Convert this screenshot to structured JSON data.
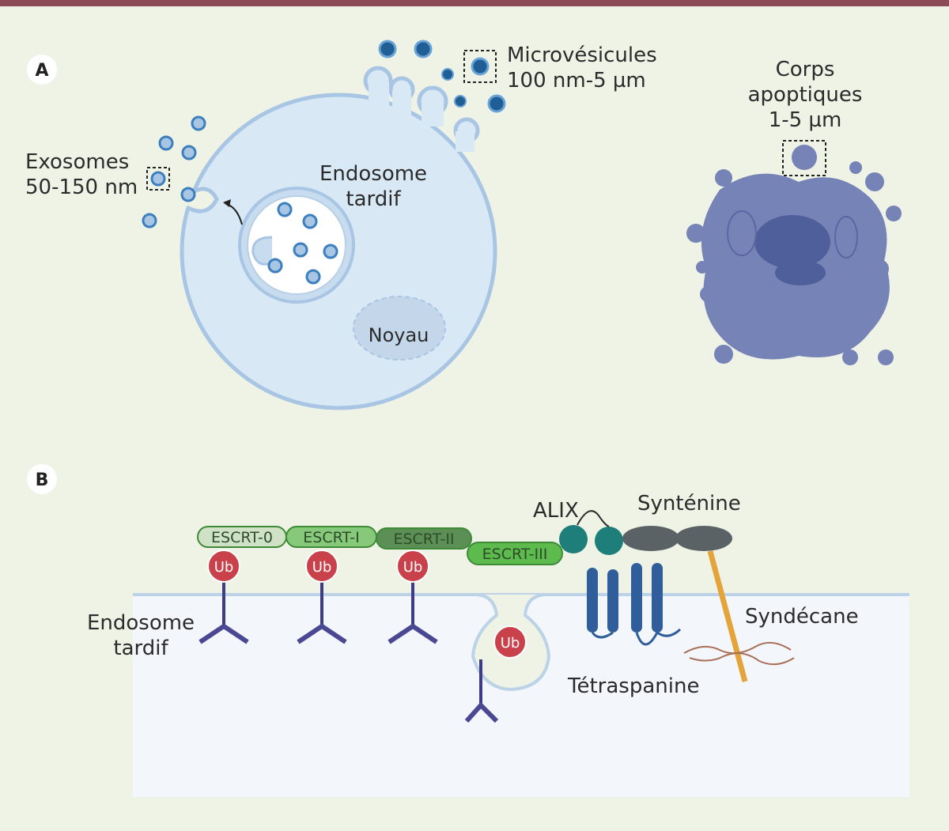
{
  "colors": {
    "background": "#eef3e6",
    "top_bar": "#8c4a57",
    "cell_fill": "#d8e8f5",
    "cell_stroke": "#a9c5e4",
    "vesicle": "#1f5f96",
    "apoptotic": "#7583b6",
    "ub": "#c9414b",
    "escrt_light": "#cfe2c5",
    "escrt_mid": "#86c97a",
    "escrt_dark": "#5c8f56",
    "escrt_bright": "#5dbb4d",
    "alix": "#1d7e7a",
    "syntenin": "#5a6266",
    "syndecan": "#e4a43a",
    "tetraspanin": "#2f5e9a",
    "receptor": "#4a4793"
  },
  "panel_a": {
    "label": "A",
    "exosomes": {
      "line1": "Exosomes",
      "line2": "50-150 nm"
    },
    "microvesicles": {
      "line1": "Microvésicules",
      "line2": "100 nm-5 µm"
    },
    "late_endosome": {
      "line1": "Endosome",
      "line2": "tardif"
    },
    "nucleus": "Noyau",
    "apoptotic_bodies": {
      "line1": "Corps",
      "line2": "apoptiques",
      "line3": "1-5 µm"
    }
  },
  "panel_b": {
    "label": "B",
    "escrt": [
      "ESCRT-0",
      "ESCRT-I",
      "ESCRT-II",
      "ESCRT-III"
    ],
    "ub": "Ub",
    "alix": "ALIX",
    "syntenin": "Synténine",
    "syndecan": "Syndécane",
    "tetraspanin": "Tétraspanine",
    "late_endosome": {
      "line1": "Endosome",
      "line2": "tardif"
    }
  }
}
